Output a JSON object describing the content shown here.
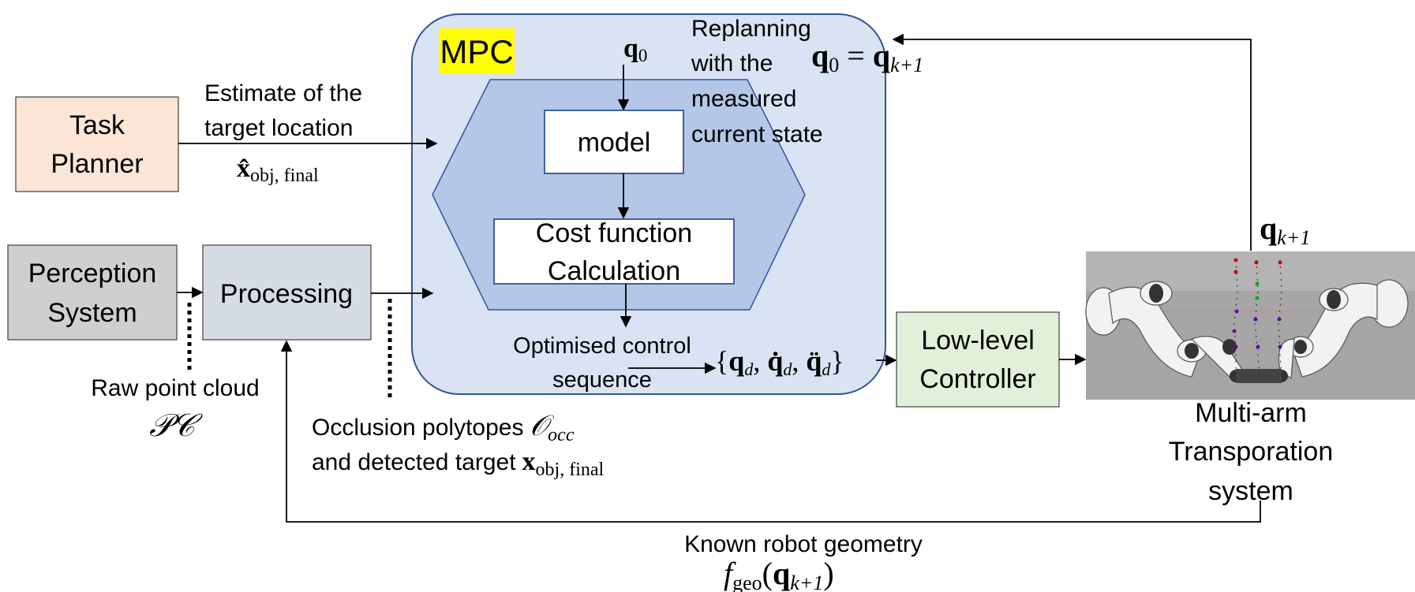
{
  "blocks": {
    "mpc": {
      "title": "MPC"
    },
    "model": {
      "label": "model"
    },
    "cost": {
      "line1": "Cost function",
      "line2": "Calculation"
    },
    "task_planner": {
      "line1": "Task",
      "line2": "Planner"
    },
    "perception": {
      "line1": "Perception",
      "line2": "System"
    },
    "processing": {
      "label": "Processing"
    },
    "low_level": {
      "line1": "Low-level",
      "line2": "Controller"
    },
    "robot": {
      "line1": "Multi-arm",
      "line2": "Transporation",
      "line3": "system"
    }
  },
  "annotations": {
    "estimate": {
      "line1": "Estimate of the",
      "line2": "target location",
      "math_main": "x̂",
      "math_sub": "obj, final"
    },
    "replanning": {
      "line1": "Replanning",
      "line2": "with the",
      "line3": "measured",
      "line4": "current state"
    },
    "q0_top": {
      "main": "q",
      "sub": "0"
    },
    "q0_eq": {
      "lhs_main": "q",
      "lhs_sub": "0",
      "eq": " = ",
      "rhs_main": "q",
      "rhs_sub": "k+1"
    },
    "qk1_right": {
      "main": "q",
      "sub": "k+1"
    },
    "optimised": {
      "line1": "Optimised control",
      "line2": "sequence"
    },
    "control_seq": {
      "open": "{",
      "q": "q",
      "q_sub": "d",
      "sep1": ", ",
      "qdot": "q̇",
      "qdot_sub": "d",
      "sep2": ", ",
      "qddot": "q̈",
      "qddot_sub": "d",
      "close": "}"
    },
    "raw_cloud": {
      "line1": "Raw point cloud",
      "math": "𝒫𝒞"
    },
    "occlusion": {
      "line1": "Occlusion polytopes",
      "line1_math_main": "𝒪",
      "line1_math_sub": "occ",
      "line2": "and detected target",
      "line2_math_main": "x",
      "line2_math_sub": "obj, final"
    },
    "known_geometry": {
      "line1": "Known robot geometry",
      "f": "f",
      "f_sub": "geo",
      "arg_open": "(",
      "arg_main": "q",
      "arg_sub": "k+1",
      "arg_close": ")"
    }
  },
  "colors": {
    "mpc_fill": "#dae3f3",
    "mpc_stroke": "#2f5597",
    "hexagon_fill": "#b4c7e7",
    "task_planner_fill": "#fbe5d6",
    "perception_fill": "#d0cece",
    "processing_fill": "#d6dce5",
    "low_level_fill": "#e2f0d9",
    "mpc_title_highlight": "#ffff00",
    "robot_image_bg": "#a6a6a6"
  }
}
